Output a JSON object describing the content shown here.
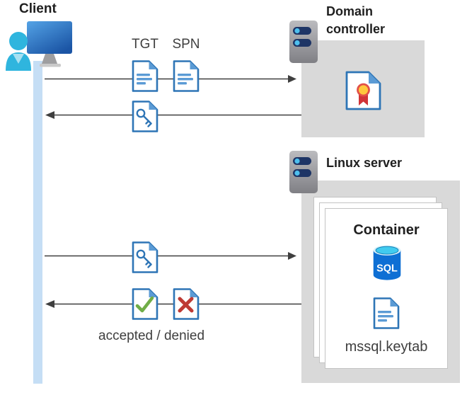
{
  "client": {
    "label": "Client"
  },
  "domain_controller": {
    "label": "Domain controller"
  },
  "linux_server": {
    "label": "Linux server"
  },
  "container": {
    "label": "Container",
    "sql_badge": "SQL",
    "keytab_filename": "mssql.keytab"
  },
  "flow": {
    "tgt_label": "TGT",
    "spn_label": "SPN",
    "result_label": "accepted / denied"
  },
  "icons": {
    "client": "monitor-user-icon",
    "domain_controller": "server-icon",
    "linux_server": "server-icon",
    "certificate": "certificate-ribbon-document-icon",
    "tgt": "text-document-icon",
    "spn": "text-document-icon",
    "service_ticket": "key-document-icon",
    "accepted": "check-document-icon",
    "denied": "x-document-icon",
    "sql": "sql-database-cylinder-icon",
    "keytab": "text-document-icon",
    "lifeline": "client-lifeline-bar",
    "arrows": [
      "client-to-dc",
      "dc-to-client",
      "client-to-linux",
      "linux-to-client"
    ]
  },
  "colors": {
    "doc_border_blue": "#2E75B6",
    "doc_fold_blue": "#5B9BD5",
    "check_green": "#70AD47",
    "denied_red": "#BE3A34",
    "ribbon_red": "#D13438",
    "ribbon_yellow": "#FFC83D",
    "sql_body_blue": "#0E6FD4",
    "sql_top_cyan": "#41CBEF",
    "server_navy": "#1E3566",
    "server_dot_blue": "#4EC0EE",
    "person_cyan": "#2FB5DE",
    "monitor_blue": "#2E6FBF",
    "box_gray": "#D9D9D9",
    "arrow_gray": "#3F3F3F",
    "lifeline_blue": "#C5DEF5"
  }
}
